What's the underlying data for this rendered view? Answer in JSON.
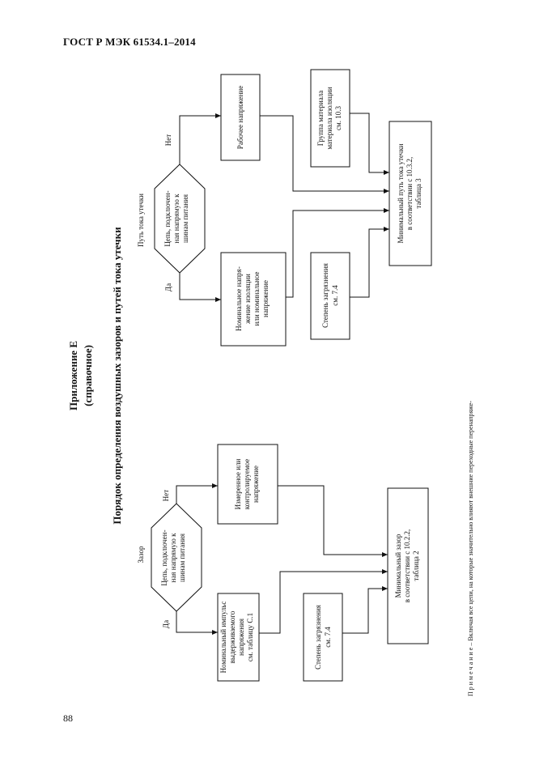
{
  "header": "ГОСТ Р МЭК 61534.1–2014",
  "page_number": "88",
  "annex": {
    "title": "Приложение E",
    "subtitle": "(справочное)",
    "heading": "Порядок определения воздушных зазоров и путей тока утечки"
  },
  "clearance": {
    "label": "Зазор",
    "decision": [
      "Цепь, подключен-",
      "ная напрямую к",
      "шинам питания"
    ],
    "yes": "Да",
    "no": "Нет",
    "impulse_box": [
      "Номинальный импульс",
      "выдерживаемого",
      "напряжения",
      "см. таблицу С.1"
    ],
    "measured_box": [
      "Измеренное или",
      "контролируемое",
      "напряжение"
    ],
    "pollution_box": [
      "Степень загрязнения",
      "см. 7.4"
    ],
    "result_box": [
      "Минимальный зазор",
      "в соответствии с 10.2.2,",
      "таблица 2"
    ]
  },
  "creepage": {
    "label": "Путь тока утечки",
    "decision": [
      "Цепь, подключен-",
      "ная напрямую к",
      "шинам питания"
    ],
    "yes": "Да",
    "no": "Нет",
    "working_box": [
      "Рабочее напряжение"
    ],
    "rated_box": [
      "Номинальное напря-",
      "жение изоляции",
      "или номинальное",
      "напряжение"
    ],
    "pollution_box": [
      "Степень загрязнения",
      "см. 7.4"
    ],
    "material_box": [
      "Группа материала",
      "материала изоляции",
      "см. 10.3"
    ],
    "result_box": [
      "Минимальный путь тока утечки",
      "в соответствии с 10.3.2,",
      "таблица 3"
    ]
  },
  "note": "П р и м е ч а н и е  – Включая все цепи, на которые значительно влияют внешние переходные перенапряже-"
}
